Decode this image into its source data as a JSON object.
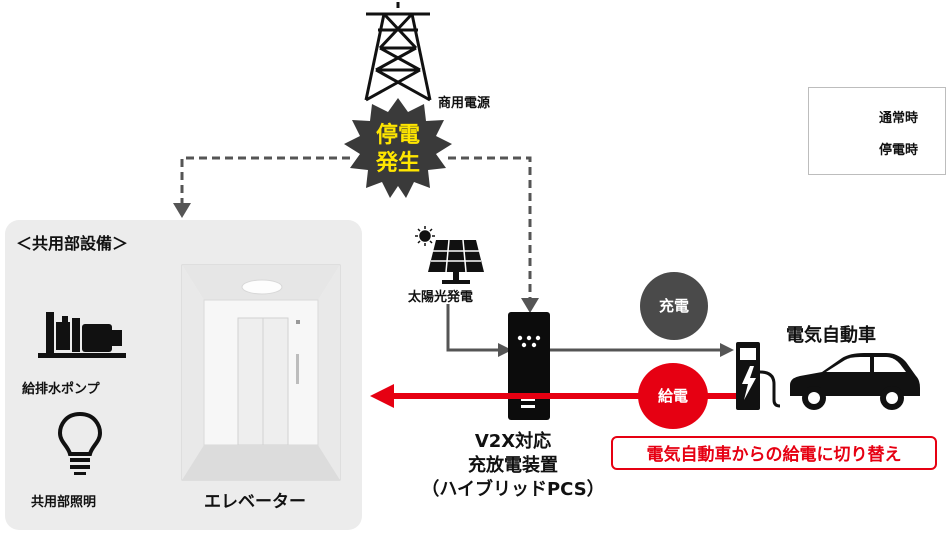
{
  "commercial_power": "商用電源",
  "outage_burst": {
    "line1": "停電",
    "line2": "発生"
  },
  "legend": {
    "normal": "通常時",
    "outage": "停電時"
  },
  "common_equipment": {
    "title": "＜共用部設備＞",
    "pump": "給排水ポンプ",
    "lighting": "共用部照明",
    "elevator": "エレベーター"
  },
  "solar": "太陽光発電",
  "v2x": {
    "line1": "V2X対応",
    "line2": "充放電装置",
    "line3": "（ハイブリッドPCS）"
  },
  "charge_label": "充電",
  "supply_label": "給電",
  "ev": "電気自動車",
  "switch_note": "電気自動車からの給電に切り替え",
  "colors": {
    "normal_arrow": "#555555",
    "outage_arrow": "#e60012",
    "burst": "#3a3a3a",
    "burst_text": "#ffe600"
  }
}
